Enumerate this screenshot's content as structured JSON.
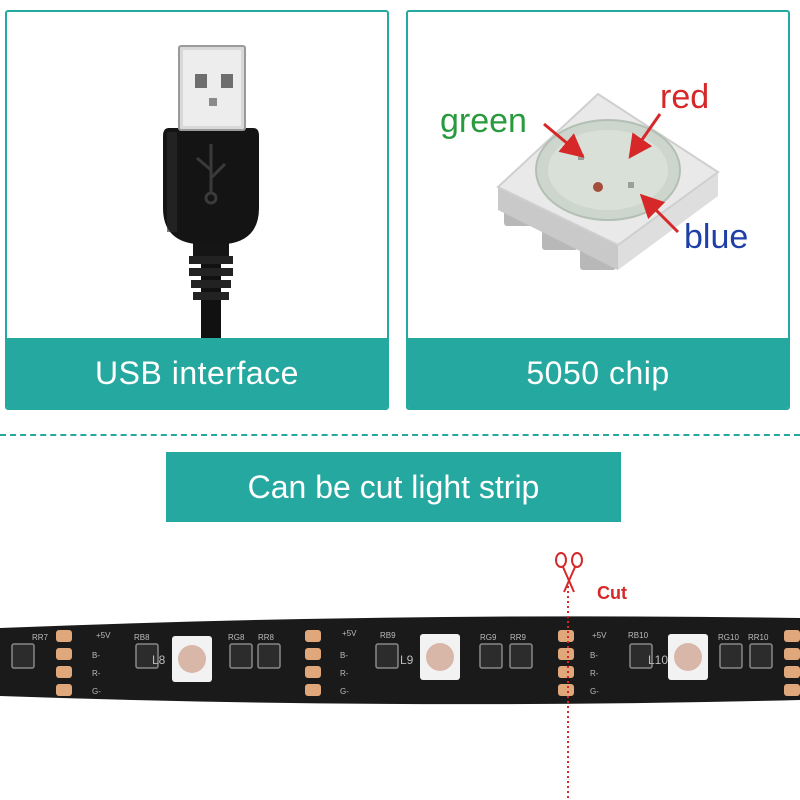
{
  "panels": [
    {
      "id": "usb",
      "caption": "USB interface"
    },
    {
      "id": "chip",
      "caption": "5050 chip"
    }
  ],
  "chip_labels": {
    "green": "green",
    "red": "red",
    "blue": "blue"
  },
  "banner": {
    "text": "Can be cut light strip"
  },
  "cut": {
    "label": "Cut"
  },
  "strip": {
    "led_labels": [
      "L8",
      "L9",
      "L10"
    ],
    "resistor_labels": [
      "RR7",
      "RB8",
      "RG8",
      "RR8",
      "RB9",
      "RG9",
      "RR9",
      "RB10",
      "RG10",
      "RR10"
    ],
    "pad_labels": [
      "+5V",
      "B-",
      "R-",
      "G-"
    ]
  },
  "colors": {
    "accent": "#25a89f",
    "cut_red": "#d62828",
    "label_green": "#2a9a3e",
    "label_red": "#d62828",
    "label_blue": "#1f3fa8",
    "pcb": "#1a1a1a",
    "pad": "#e0a77a"
  },
  "icons": [
    "usb-plug-icon",
    "smd-led-chip-icon",
    "scissors-icon"
  ]
}
